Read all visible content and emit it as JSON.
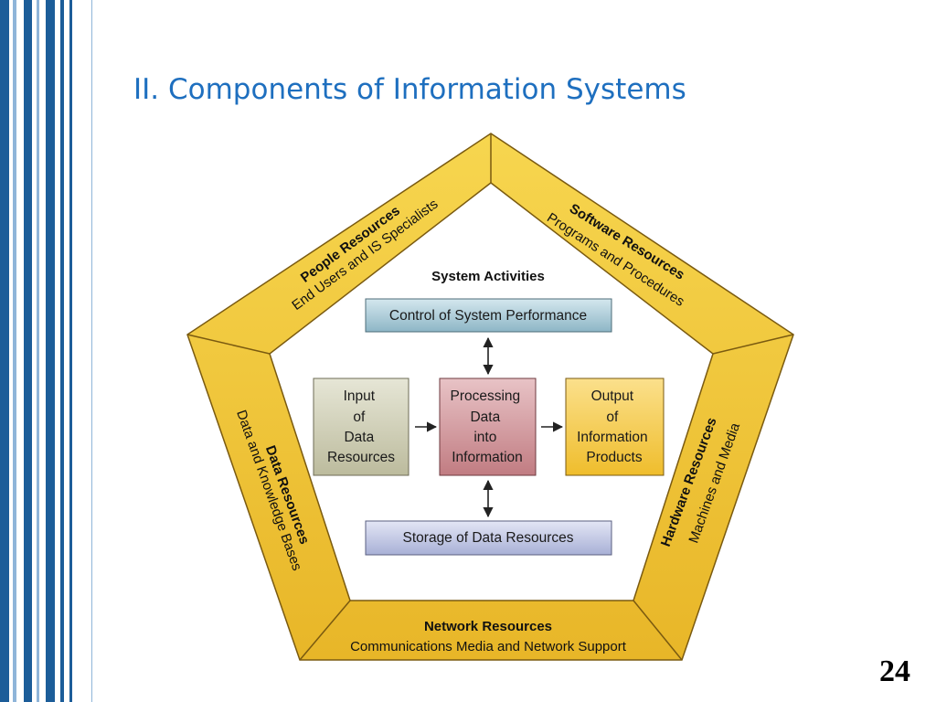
{
  "slide": {
    "title": "II. Components of Information Systems",
    "page_number": "24"
  },
  "colors": {
    "title": "#1e6fbf",
    "stripe_dark": "#1c5d99",
    "stripe_light": "#8fb5d9",
    "band_fill": "#f0c63a",
    "band_edge": "#7a5a10",
    "center_fill": "#ffffff",
    "control_box": "#9fc6d3",
    "storage_box": "#b9c0e0",
    "input_box": "#cdccb4",
    "processing_box": "#cc8e93",
    "output_box": "#f4c842",
    "arrow": "#222222"
  },
  "diagram": {
    "center_title": "System Activities",
    "control": "Control of System Performance",
    "storage": "Storage of Data Resources",
    "input": [
      "Input",
      "of",
      "Data",
      "Resources"
    ],
    "processing": [
      "Processing",
      "Data",
      "into",
      "Information"
    ],
    "output": [
      "Output",
      "of",
      "Information",
      "Products"
    ],
    "bands": {
      "people": {
        "title": "People Resources",
        "subtitle": "End Users and IS Specialists"
      },
      "software": {
        "title": "Software Resources",
        "subtitle": "Programs and Procedures"
      },
      "hardware": {
        "title": "Hardware Resources",
        "subtitle": "Machines and Media"
      },
      "network": {
        "title": "Network Resources",
        "subtitle": "Communications Media and Network Support"
      },
      "data": {
        "title": "Data Resources",
        "subtitle": "Data and Knowledge Bases"
      }
    }
  }
}
